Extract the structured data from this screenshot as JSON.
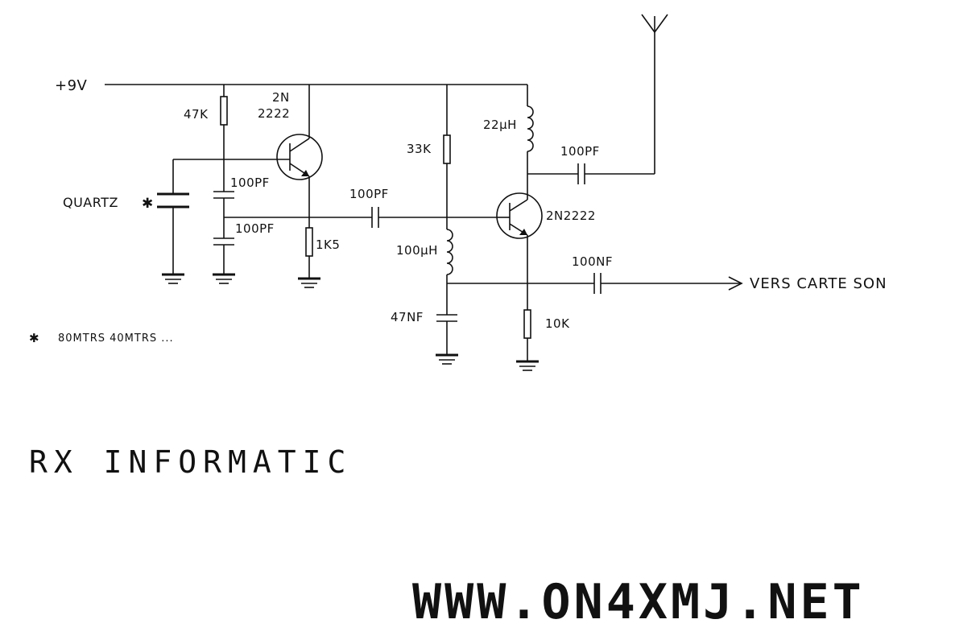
{
  "labels": {
    "supply": "+9V",
    "r1": "47K",
    "q1_line1": "2N",
    "q1_line2": "2222",
    "quartz": "QUARTZ",
    "c1": "100PF",
    "c2": "100PF",
    "c3": "100PF",
    "r2": "1K5",
    "r3": "33K",
    "l1": "22µH",
    "c4": "100PF",
    "q2": "2N2222",
    "l2": "100µH",
    "c5": "100NF",
    "output": "VERS CARTE SON",
    "c6": "47NF",
    "r4": "10K"
  },
  "footnote": "80MTRS 40MTRS ...",
  "title": "RX INFORMATIC",
  "website": "WWW.ON4XMJ.NET"
}
